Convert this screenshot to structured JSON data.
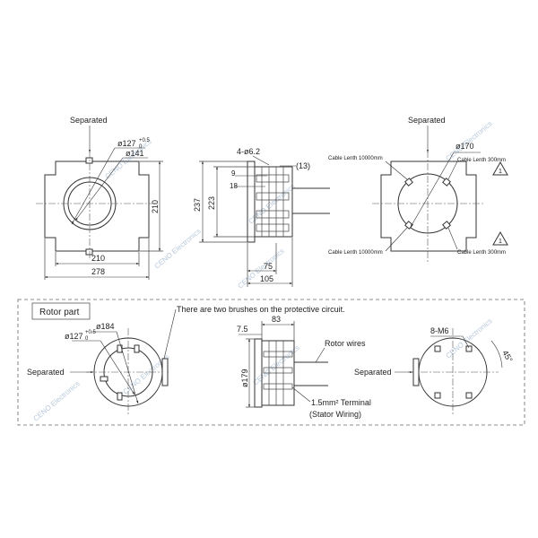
{
  "stator_front": {
    "separated": "Separated",
    "dia127": "ø127",
    "tol_upper": "+0.5",
    "tol_lower": "0",
    "dia141": "ø141",
    "width_inner": "210",
    "width_outer": "278",
    "height": "210"
  },
  "stator_side": {
    "holes": "4-ø6.2",
    "d9": "9",
    "d13": "(13)",
    "d18": "18",
    "h237": "237",
    "h223": "223",
    "d75": "75",
    "d105": "105"
  },
  "stator_back": {
    "separated": "Separated",
    "dia170": "ø170",
    "cable_left_top": "Cable Lenth 10000mm",
    "cable_right_top": "Cable Lenth 300mm",
    "cable_left_bottom": "Cable Lenth 10000mm",
    "cable_right_bottom": "Cable Lenth 300mm",
    "warning_mark": "1"
  },
  "rotor": {
    "section_label": "Rotor part",
    "brush_note": "There are two brushes on the protective circuit.",
    "dia184": "ø184",
    "dia127": "ø127",
    "tol_upper": "+0.5",
    "tol_lower": "0",
    "separated_left": "Separated",
    "d83": "83",
    "d7_5": "7.5",
    "dia179": "ø179",
    "rotor_wires": "Rotor wires",
    "terminal": "1.5mm² Terminal",
    "stator_wiring": "(Stator Wiring)",
    "holes": "8-M6",
    "angle": "45°",
    "separated_right": "Separated"
  },
  "watermark": "CENO Electronics"
}
